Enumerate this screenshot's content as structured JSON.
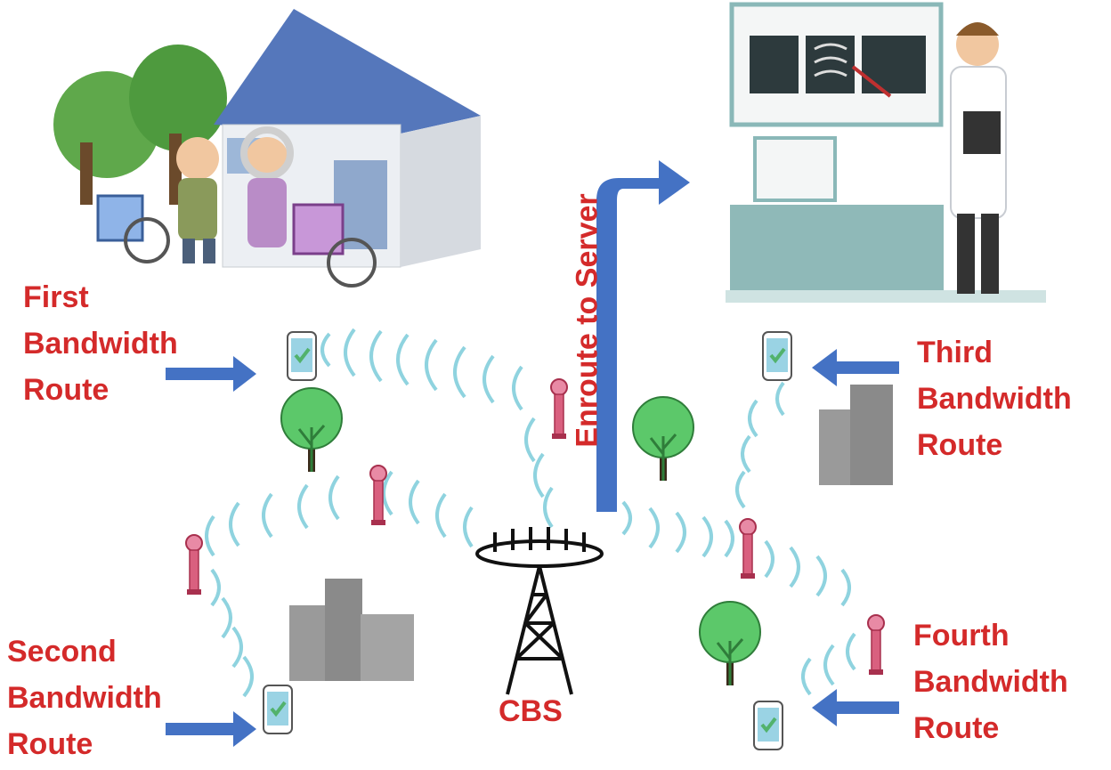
{
  "labels": {
    "first": [
      "First",
      "Bandwidth",
      "Route"
    ],
    "second": [
      "Second",
      "Bandwidth",
      "Route"
    ],
    "third": [
      "Third",
      "Bandwidth",
      "Route"
    ],
    "fourth": [
      "Fourth",
      "Bandwidth",
      "Route"
    ],
    "enroute": "Enroute to Server",
    "cbs": "CBS"
  },
  "colors": {
    "label_red": "#d42a2a",
    "arrow_blue": "#4472c4",
    "signal_cyan": "#8fd3df",
    "tree_green": "#5cc86a",
    "relay_pink": "#d9607f",
    "building_gray": "#9a9a9a",
    "phone_check_green": "#52b26c",
    "house_roof": "#5577bb"
  },
  "icons": [
    "house-icon",
    "elderly-couple-icon",
    "wheelchair-icon",
    "doctor-icon",
    "xray-monitor-icon",
    "phone-icon",
    "tree-icon",
    "relay-tower-icon",
    "building-icon",
    "cell-tower-icon"
  ]
}
